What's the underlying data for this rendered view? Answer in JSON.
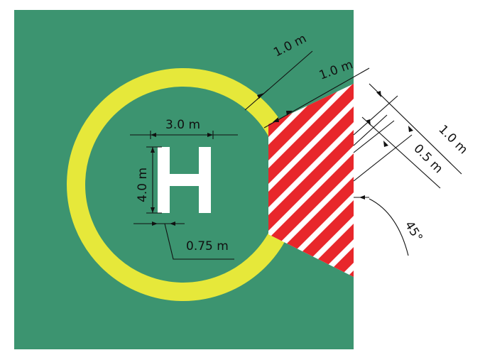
{
  "colors": {
    "pad": "#3c9470",
    "ring": "#e6e83a",
    "stripe_red": "#e8272b",
    "stripe_white": "#ffffff",
    "marking": "#ffffff",
    "dimension_line": "#111111"
  },
  "marking": {
    "letter": "H"
  },
  "dimensions": {
    "h_width": "3.0 m",
    "h_height": "4.0 m",
    "h_stroke": "0.75 m",
    "ring_width": "1.0 m",
    "ring_gap": "1.0 m",
    "stripe_width": "1.0 m",
    "stripe_gap": "0.5 m",
    "stripe_angle": "45°"
  }
}
